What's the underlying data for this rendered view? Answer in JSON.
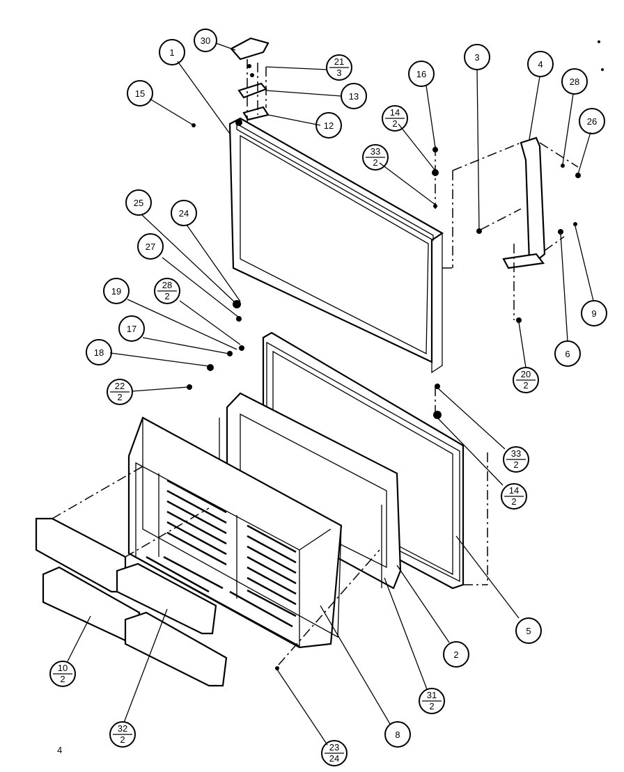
{
  "callouts": [
    {
      "top": "30"
    },
    {
      "top": "1"
    },
    {
      "top": "21",
      "bottom": "3"
    },
    {
      "top": "13"
    },
    {
      "top": "12"
    },
    {
      "top": "15"
    },
    {
      "top": "3"
    },
    {
      "top": "4"
    },
    {
      "top": "16"
    },
    {
      "top": "28"
    },
    {
      "top": "26"
    },
    {
      "top": "14",
      "bottom": "2"
    },
    {
      "top": "33",
      "bottom": "2"
    },
    {
      "top": "25"
    },
    {
      "top": "24"
    },
    {
      "top": "27"
    },
    {
      "top": "19"
    },
    {
      "top": "28",
      "bottom": "2"
    },
    {
      "top": "17"
    },
    {
      "top": "18"
    },
    {
      "top": "22",
      "bottom": "2"
    },
    {
      "top": "9"
    },
    {
      "top": "6"
    },
    {
      "top": "20",
      "bottom": "2"
    },
    {
      "top": "33",
      "bottom": "2"
    },
    {
      "top": "14",
      "bottom": "2"
    },
    {
      "top": "5"
    },
    {
      "top": "2"
    },
    {
      "top": "31",
      "bottom": "2"
    },
    {
      "top": "8"
    },
    {
      "top": "10",
      "bottom": "2"
    },
    {
      "top": "32",
      "bottom": "2"
    },
    {
      "top": "23",
      "bottom": "24"
    }
  ],
  "page_number": "4"
}
